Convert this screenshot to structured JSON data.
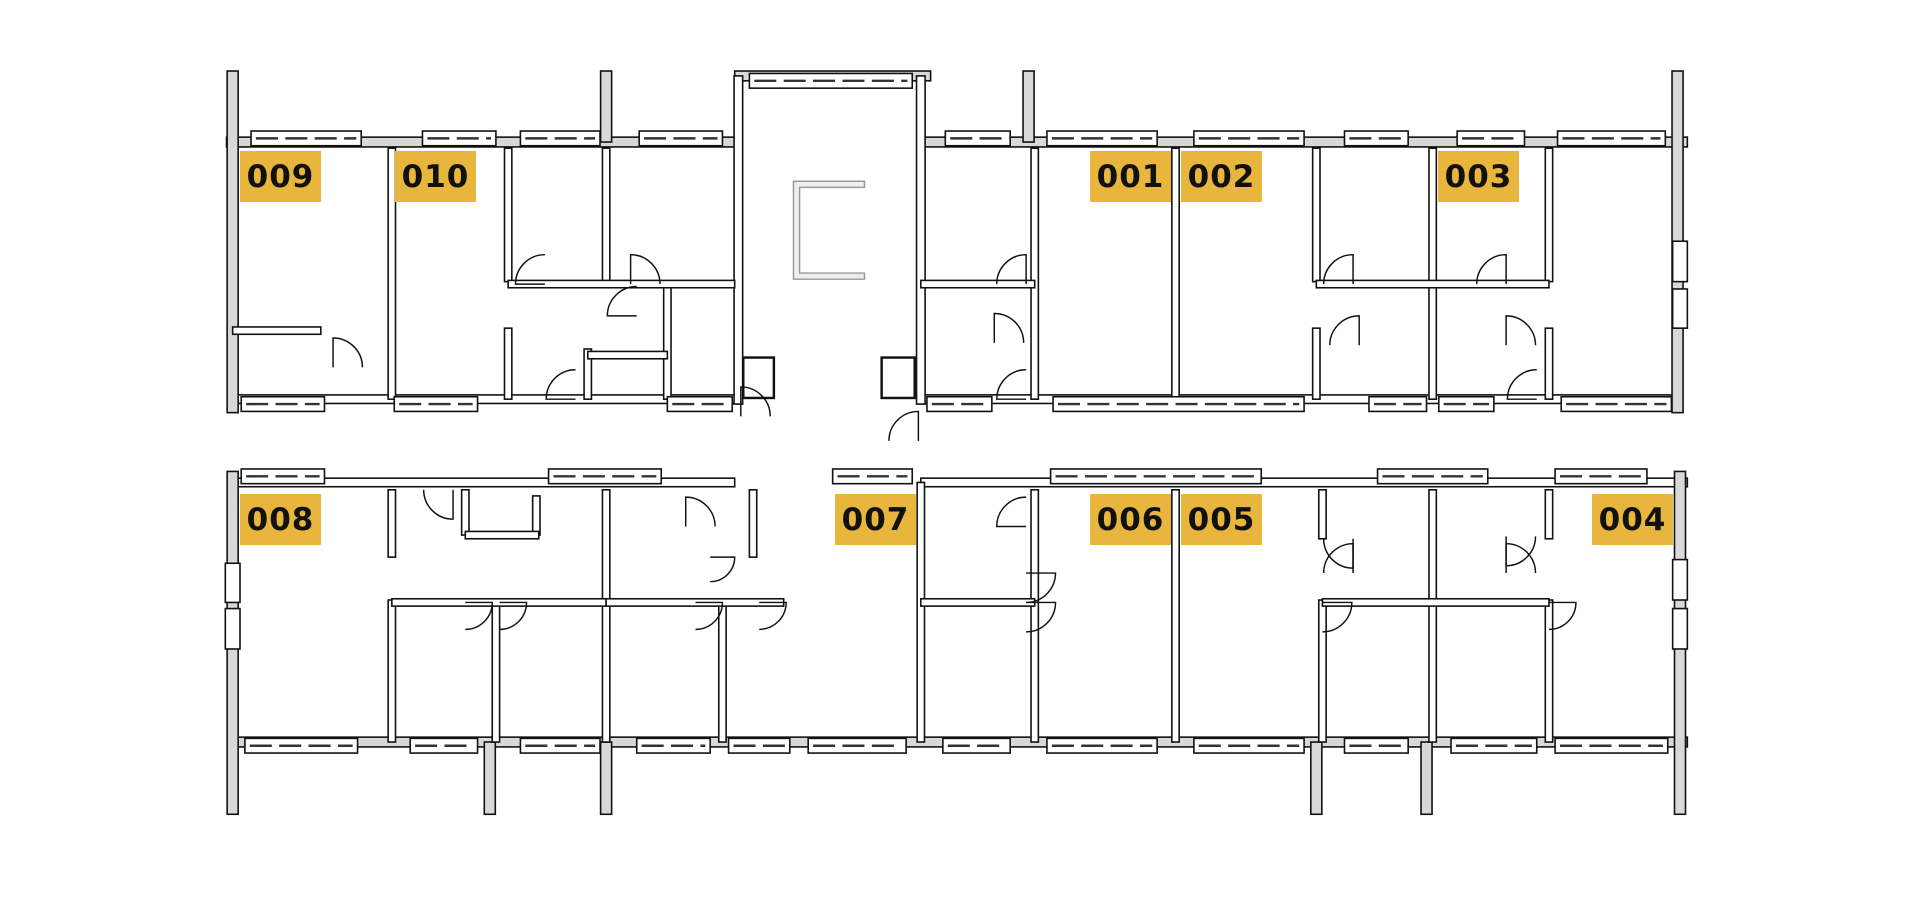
{
  "colors": {
    "label_bg": "#E8B63C",
    "wall": "#111111",
    "hatch": "#bdbdbd"
  },
  "units": [
    {
      "id": "009",
      "label": "009"
    },
    {
      "id": "010",
      "label": "010"
    },
    {
      "id": "001",
      "label": "001"
    },
    {
      "id": "002",
      "label": "002"
    },
    {
      "id": "003",
      "label": "003"
    },
    {
      "id": "008",
      "label": "008"
    },
    {
      "id": "007",
      "label": "007"
    },
    {
      "id": "006",
      "label": "006"
    },
    {
      "id": "005",
      "label": "005"
    },
    {
      "id": "004",
      "label": "004"
    }
  ]
}
